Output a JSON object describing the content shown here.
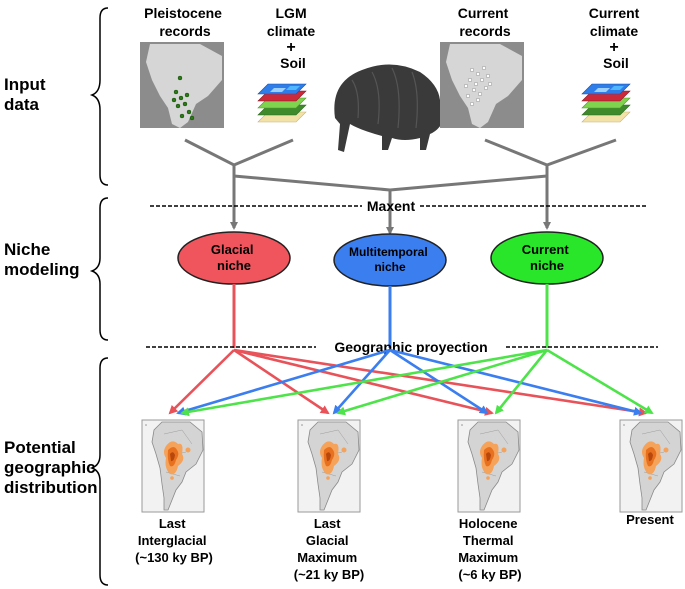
{
  "sections": {
    "input": [
      "Input",
      "data"
    ],
    "modeling": [
      "Niche",
      "modeling"
    ],
    "distribution": [
      "Potential",
      "geographic",
      "distribution"
    ]
  },
  "inputs": {
    "pleistocene": [
      "Pleistocene",
      "records"
    ],
    "lgm": [
      "LGM",
      "climate",
      "+",
      "Soil"
    ],
    "current_records": [
      "Current",
      "records"
    ],
    "current_climate": [
      "Current",
      "climate",
      "+",
      "Soil"
    ]
  },
  "maxent_label": "Maxent",
  "niches": {
    "glacial": {
      "lines": [
        "Glacial",
        "niche"
      ],
      "color": "#f0555d"
    },
    "multitemporal": {
      "lines": [
        "Multitemporal",
        "niche"
      ],
      "color": "#3a7ef0"
    },
    "current": {
      "lines": [
        "Current",
        "niche"
      ],
      "color": "#29e62a"
    }
  },
  "projection_label": "Geographic proyection",
  "periods": [
    {
      "lines": [
        "Last",
        "Interglacial",
        "(~130 ky BP)"
      ]
    },
    {
      "lines": [
        "Last",
        "Glacial",
        "Maximum",
        "(~21 ky BP)"
      ]
    },
    {
      "lines": [
        "Holocene",
        "Thermal",
        "Maximum",
        "(~6 ky BP)"
      ]
    },
    {
      "lines": [
        "Present"
      ]
    }
  ],
  "colors": {
    "gray_arrow": "#777777",
    "red_arrow": "#e8535a",
    "blue_arrow": "#3a7ef0",
    "green_arrow": "#4ee34a",
    "map_land": "#d4d4d4",
    "distribution": "#e8711f"
  },
  "icons": {
    "animal": "armadillo-silhouette",
    "layers": "climate-soil-layer-stack",
    "map": "south-america-map"
  }
}
